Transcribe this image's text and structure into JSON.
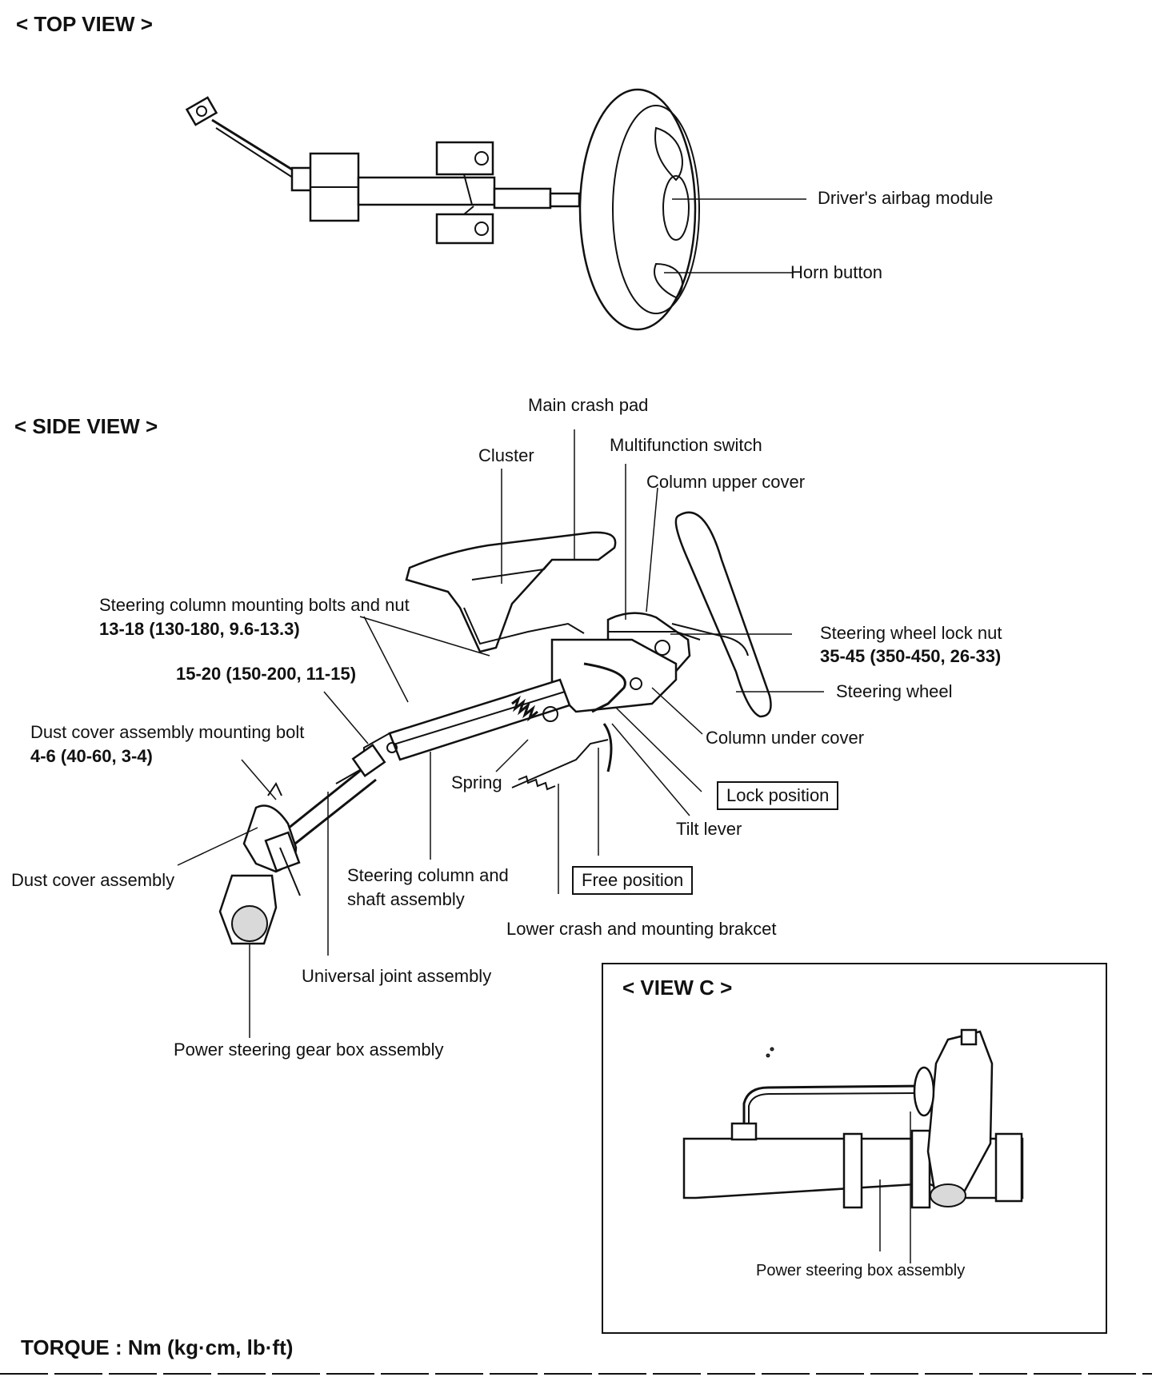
{
  "top_view": {
    "heading": "< TOP VIEW >",
    "labels": {
      "airbag": "Driver's airbag module",
      "horn": "Horn button"
    }
  },
  "side_view": {
    "heading": "< SIDE VIEW >",
    "labels": {
      "main_crash_pad": "Main crash pad",
      "cluster": "Cluster",
      "multifunction_switch": "Multifunction switch",
      "column_upper_cover": "Column upper cover",
      "mount_bolts_title": "Steering column mounting bolts and nut",
      "mount_bolts_torque": "13-18 (130-180, 9.6-13.3)",
      "lock_nut_title": "Steering wheel lock nut",
      "lock_nut_torque": "35-45 (350-450, 26-33)",
      "torque_1520": "15-20 (150-200, 11-15)",
      "steering_wheel": "Steering wheel",
      "dust_bolt_title": "Dust cover assembly mounting bolt",
      "dust_bolt_torque": "4-6 (40-60, 3-4)",
      "column_under_cover": "Column under cover",
      "spring": "Spring",
      "lock_position": "Lock position",
      "tilt_lever": "Tilt lever",
      "dust_cover_assembly": "Dust cover assembly",
      "column_shaft_line1": "Steering column and",
      "column_shaft_line2": "shaft assembly",
      "free_position": "Free position",
      "lower_crash": "Lower crash and mounting brakcet",
      "universal_joint": "Universal joint assembly",
      "gear_box": "Power steering gear box assembly"
    }
  },
  "view_c": {
    "heading": "< VIEW C >",
    "label": "Power steering box assembly"
  },
  "footer": {
    "torque_note": "TORQUE : Nm (kg·cm, lb·ft)"
  }
}
